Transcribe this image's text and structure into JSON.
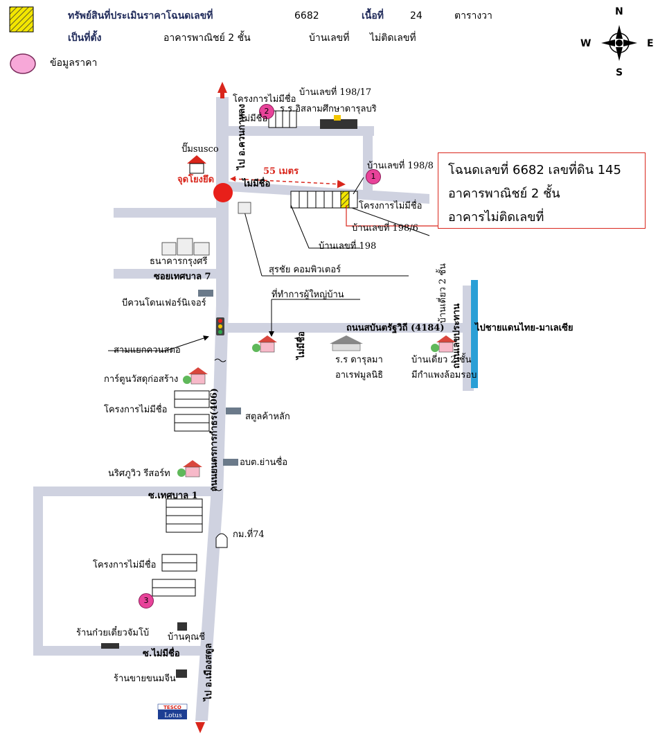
{
  "legend": {
    "subject_title": "ทรัพย์สินที่ประเมินราคาโฉนดเลขที่",
    "deed_no": "6682",
    "area_label": "เนื้อที่",
    "area_value": "24",
    "area_unit": "ตารางวา",
    "location_label": "เป็นที่ตั้ง",
    "location_value": "อาคารพาณิชย์ 2 ชั้น",
    "house_no_label": "บ้านเลขที่",
    "house_no_value": "ไม่ติดเลขที่",
    "price_info": "ข้อมูลราคา",
    "subject_color": "#f3e600",
    "price_color": "#f7a8d8"
  },
  "compass": {
    "n": "N",
    "s": "S",
    "e": "E",
    "w": "W"
  },
  "callout": {
    "line1": "โฉนดเลขที่ 6682  เลขที่ดิน 145",
    "line2": "อาคารพาณิชย์ 2 ชั้น",
    "line3": "อาคารไม่ติดเลขที่"
  },
  "markers": [
    "1",
    "2",
    "3"
  ],
  "labels": {
    "proj_top": "โครงการไม่มีชื่อ",
    "house_198_17": "บ้านเลขที่ 198/17",
    "no_name_small": "ไม่มีชื่อ",
    "school_islam": "ร.ร.อิสลามศึกษาดารุลบริ",
    "to_khuan_kalong": "ไป อ.ควนกาหลง",
    "pump": "ปั๊มsusco",
    "reference_point": "จุดโยงยึด",
    "distance": "55 เมตร",
    "no_name_road": "ไม่มีชื่อ",
    "house_198_8": "บ้านเลขที่ 198/8",
    "proj_right": "โครงการไม่มีชื่อ",
    "house_198_6": "บ้านเลขที่ 198/6",
    "house_198": "บ้านเลขที่ 198",
    "bank": "ธนาคารกรุงศรี",
    "sukchai": "สุรชัย  คอมพิวเตอร์",
    "soi_7": "ซอยเทศบาล 7",
    "bq": "บีควนโดนเฟอร์นิเจอร์",
    "village_head": "ที่ทำการผู้ใหญ่บ้าน",
    "road_4184": "ถนนสบันตรัฐวิถี (4184)",
    "to_border": "ไปชายแดนไทย-มาเลเซีย",
    "house_2floor_a": "บ้านเดี่ยว 2 ชั้น",
    "road_prakan": "ถนนเลขประทาน",
    "intersection": "สามแยกควนสตอ",
    "no_name_vert": "ไม่มีชื่อ",
    "school_rr": "ร.ร ดารุลมา",
    "school_rr2": "อาเรฟมูลนิธิ",
    "house_2floor_b": "บ้านเดี่ยว 2 ชั้น",
    "wall": "มีกำแพงล้อมรอบ",
    "garage": "การ์ตูนวัสดุก่อสร้าง",
    "proj_mid": "โครงการไม่มีชื่อ",
    "steel": "สตูลค้าหลัก",
    "main_road": "ถนนยนตรการกำธร(406)",
    "resort": "นริศภูวิว รีสอร์ท",
    "obt": "อบต.ย่านซื่อ",
    "soi_1": "ซ.เทศบาล 1",
    "km74": "กม.ที่74",
    "proj_low": "โครงการไม่มีชื่อ",
    "noodle": "ร้านก๋วยเตี๋ยวจัมโบ้",
    "bankhunchi": "บ้านคุณชี",
    "soi_noname": "ซ.ไม่มีชื่อ",
    "khanom": "ร้านขายขนมจีน",
    "to_city": "ไป อ.เมืองสตูล",
    "tesco": "TESCO",
    "lotus": "Lotus"
  }
}
